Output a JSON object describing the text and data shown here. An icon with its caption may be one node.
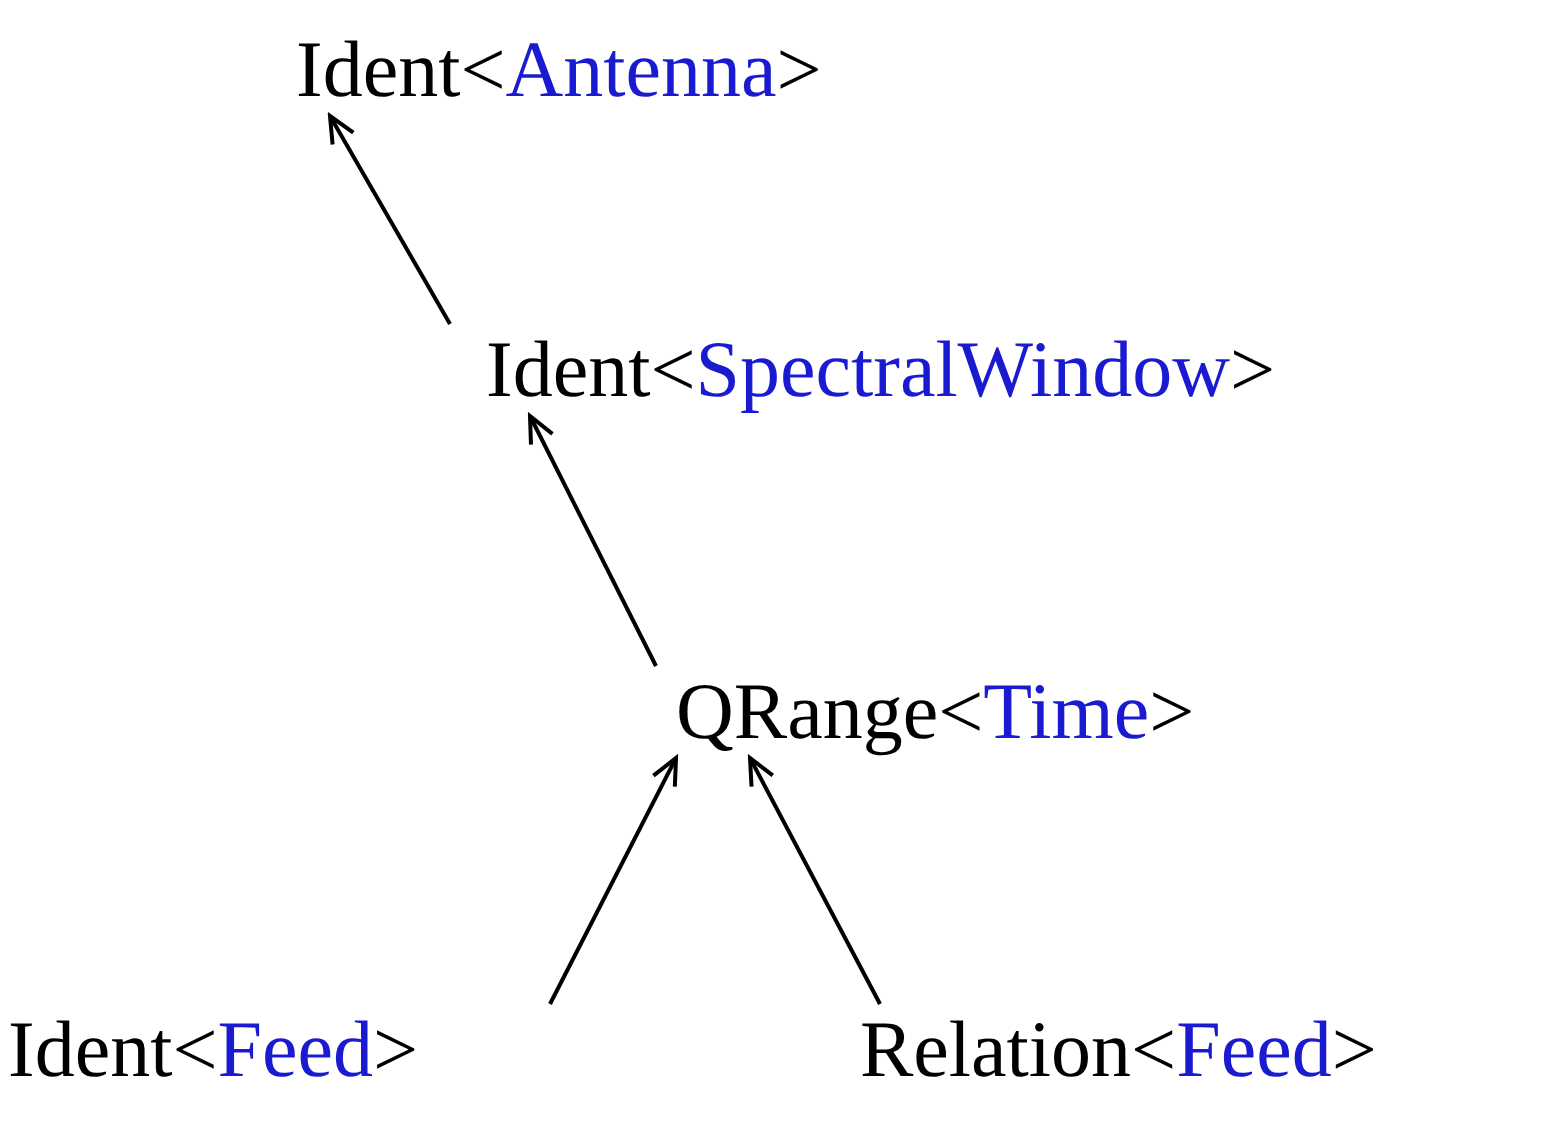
{
  "diagram": {
    "nodes": [
      {
        "text": [
          "Ident<",
          "Antenna",
          ">"
        ]
      },
      {
        "text": [
          "Ident<",
          "SpectralWindow",
          ">"
        ]
      },
      {
        "text": [
          "QRange<",
          "Time",
          ">"
        ]
      },
      {
        "text": [
          "Ident<",
          "Feed",
          ">"
        ]
      },
      {
        "text": [
          "Relation<",
          "Feed",
          ">"
        ]
      }
    ],
    "edges": [
      {
        "from": 1,
        "to": 0,
        "arrow": "to"
      },
      {
        "from": 2,
        "to": 1,
        "arrow": "to"
      },
      {
        "from": 3,
        "to": 2,
        "arrow": "to"
      },
      {
        "from": 4,
        "to": 2,
        "arrow": "to"
      }
    ]
  }
}
